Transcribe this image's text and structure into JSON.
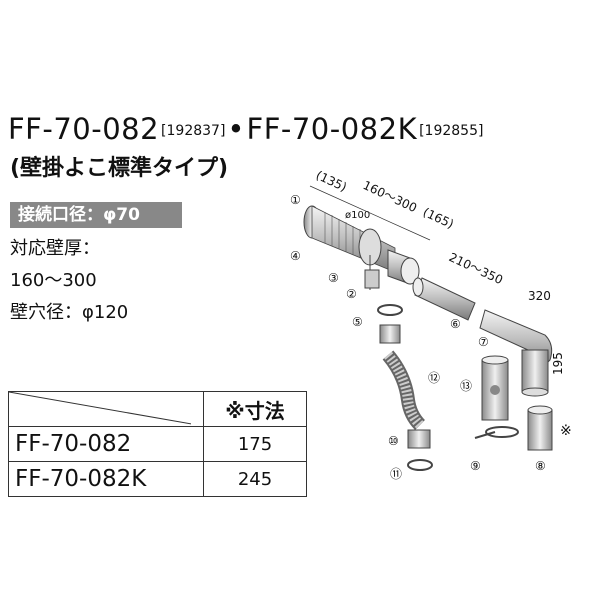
{
  "title": {
    "model_a": "FF-70-082",
    "code_a": "[192837]",
    "separator": "•",
    "model_b": "FF-70-082K",
    "code_b": "[192855]",
    "subtitle": "(壁掛よこ標準タイプ)"
  },
  "connection_badge": "接続口径：φ70",
  "wall_thickness_label": "対応壁厚：",
  "wall_thickness_value": "160〜300",
  "hole_diameter": "壁穴径：φ120",
  "dimension_table": {
    "header": "※寸法",
    "rows": [
      {
        "model": "FF-70-082",
        "value": "175"
      },
      {
        "model": "FF-70-082K",
        "value": "245"
      }
    ]
  },
  "diagram": {
    "dim_135": "(135)",
    "dim_160_300": "160〜300",
    "dim_165": "(165)",
    "dim_phi100": "ø100",
    "dim_210_350": "210〜350",
    "dim_320": "320",
    "dim_195": "195",
    "dim_mark": "※",
    "part_numbers": [
      "①",
      "②",
      "③",
      "④",
      "⑤",
      "⑥",
      "⑦",
      "⑧",
      "⑨",
      "⑩",
      "⑪",
      "⑫",
      "⑬"
    ]
  }
}
